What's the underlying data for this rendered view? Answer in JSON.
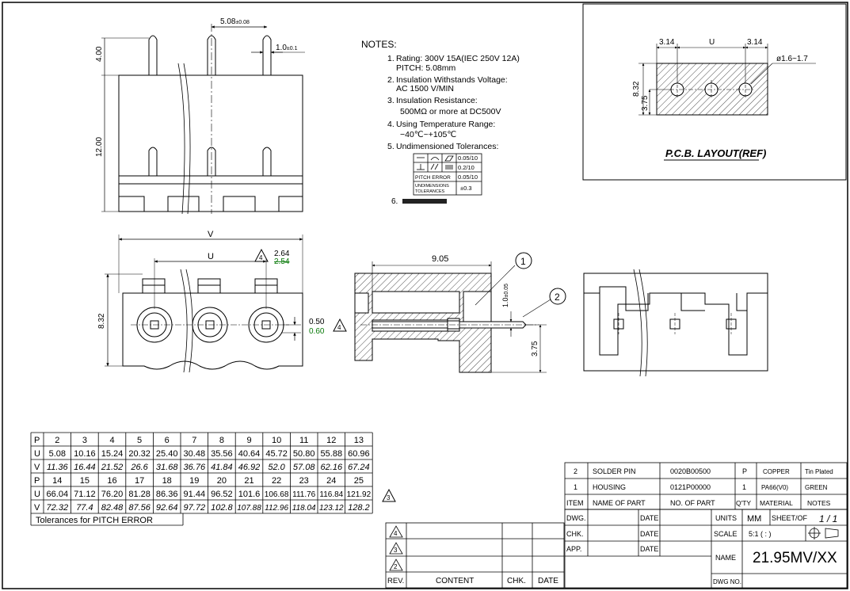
{
  "notes": {
    "title": "NOTES:",
    "items": [
      {
        "num": "1.",
        "lines": [
          "Rating: 300V 15A(IEC 250V 12A)",
          "PITCH: 5.08mm"
        ]
      },
      {
        "num": "2.",
        "lines": [
          "Insulation Withstands Voltage:",
          "AC 1500 V/MIN"
        ]
      },
      {
        "num": "3.",
        "lines": [
          "Insulation Resistance:",
          "500MΩ or more at DC500V"
        ]
      },
      {
        "num": "4.",
        "lines": [
          "Using Temperature Range:",
          "−40℃~+105℃"
        ]
      },
      {
        "num": "5.",
        "lines": [
          "Undimensioned Tolerances:"
        ]
      }
    ],
    "item6_num": "6.",
    "tolerance_box": {
      "row1_values": [
        "0.05/10"
      ],
      "row2_values": [
        "0.2/10"
      ],
      "pitch_error_label": "PITCH ERROR",
      "pitch_error_value": "0.05/10",
      "undim_label_1": "UNDIMENSIONS",
      "undim_label_2": "TOLERANCES",
      "undim_value": "±0.3"
    }
  },
  "pcb_layout": {
    "title": "P.C.B. LAYOUT(REF)",
    "dim_left": "3.14",
    "dim_mid": "U",
    "dim_right": "3.14",
    "hole_dia": "ø1.6~1.7",
    "dim_height": "8.32",
    "dim_offset": "3.75"
  },
  "top_view": {
    "pitch_dim": "5.08",
    "pitch_tol": "±0.08",
    "pin_w": "1.0",
    "pin_w_tol": "±0.1",
    "dim_top": "4.00",
    "dim_body": "12.00"
  },
  "front_view": {
    "dim_v": "V",
    "dim_u": "U",
    "dim_264": "2.64",
    "dim_254": "2.54",
    "dim_height": "8.32",
    "dim_050": "0.50",
    "dim_060": "0.60",
    "rev_mark": "4"
  },
  "side_view": {
    "dim_905": "9.05",
    "callout_1": "1",
    "callout_2": "2",
    "dim_pin": "1.0",
    "dim_pin_tol": "±0.05",
    "dim_375": "3.75"
  },
  "dimension_table": {
    "row_labels": [
      "P",
      "U",
      "V",
      "P",
      "U",
      "V"
    ],
    "rows": [
      [
        "2",
        "3",
        "4",
        "5",
        "6",
        "7",
        "8",
        "9",
        "10",
        "11",
        "12",
        "13"
      ],
      [
        "5.08",
        "10.16",
        "15.24",
        "20.32",
        "25.40",
        "30.48",
        "35.56",
        "40.64",
        "45.72",
        "50.80",
        "55.88",
        "60.96"
      ],
      [
        "11.36",
        "16.44",
        "21.52",
        "26.6",
        "31.68",
        "36.76",
        "41.84",
        "46.92",
        "52.0",
        "57.08",
        "62.16",
        "67.24"
      ],
      [
        "14",
        "15",
        "16",
        "17",
        "18",
        "19",
        "20",
        "21",
        "22",
        "23",
        "24",
        "25"
      ],
      [
        "66.04",
        "71.12",
        "76.20",
        "81.28",
        "86.36",
        "91.44",
        "96.52",
        "101.6",
        "106.68",
        "111.76",
        "116.84",
        "121.92"
      ],
      [
        "72.32",
        "77.4",
        "82.48",
        "87.56",
        "92.64",
        "97.72",
        "102.8",
        "107.88",
        "112.96",
        "118.04",
        "123.12",
        "128.2"
      ]
    ],
    "footer": "Tolerances for PITCH ERROR",
    "rev_mark": "3"
  },
  "bom": {
    "rows": [
      {
        "item": "2",
        "name": "SOLDER PIN",
        "part_no": "0020B00500",
        "qty": "P",
        "material": "COPPER",
        "notes": "Tin Plated"
      },
      {
        "item": "1",
        "name": "HOUSING",
        "part_no": "0121P00000",
        "qty": "1",
        "material": "PA66(V0)",
        "notes": "GREEN"
      }
    ],
    "headers": {
      "item": "ITEM",
      "name": "NAME OF PART",
      "part_no": "NO. OF PART",
      "qty": "Q'TY",
      "material": "MATERIAL",
      "notes": "NOTES"
    }
  },
  "title_block": {
    "dwg": "DWG.",
    "chk": "CHK.",
    "app": "APP.",
    "date": "DATE",
    "units_label": "UNITS",
    "units_value": "MM",
    "sheet_label": "SHEET/OF",
    "sheet_value": "1 / 1",
    "scale_label": "SCALE",
    "scale_value": "5:1 ( : )",
    "name_label": "NAME",
    "name_value": "21.95MV/XX",
    "dwg_no_label": "DWG NO."
  },
  "revision_block": {
    "marks": [
      "4",
      "3",
      "2"
    ],
    "headers": {
      "rev": "REV.",
      "content": "CONTENT",
      "chk": "CHK.",
      "date": "DATE"
    }
  }
}
